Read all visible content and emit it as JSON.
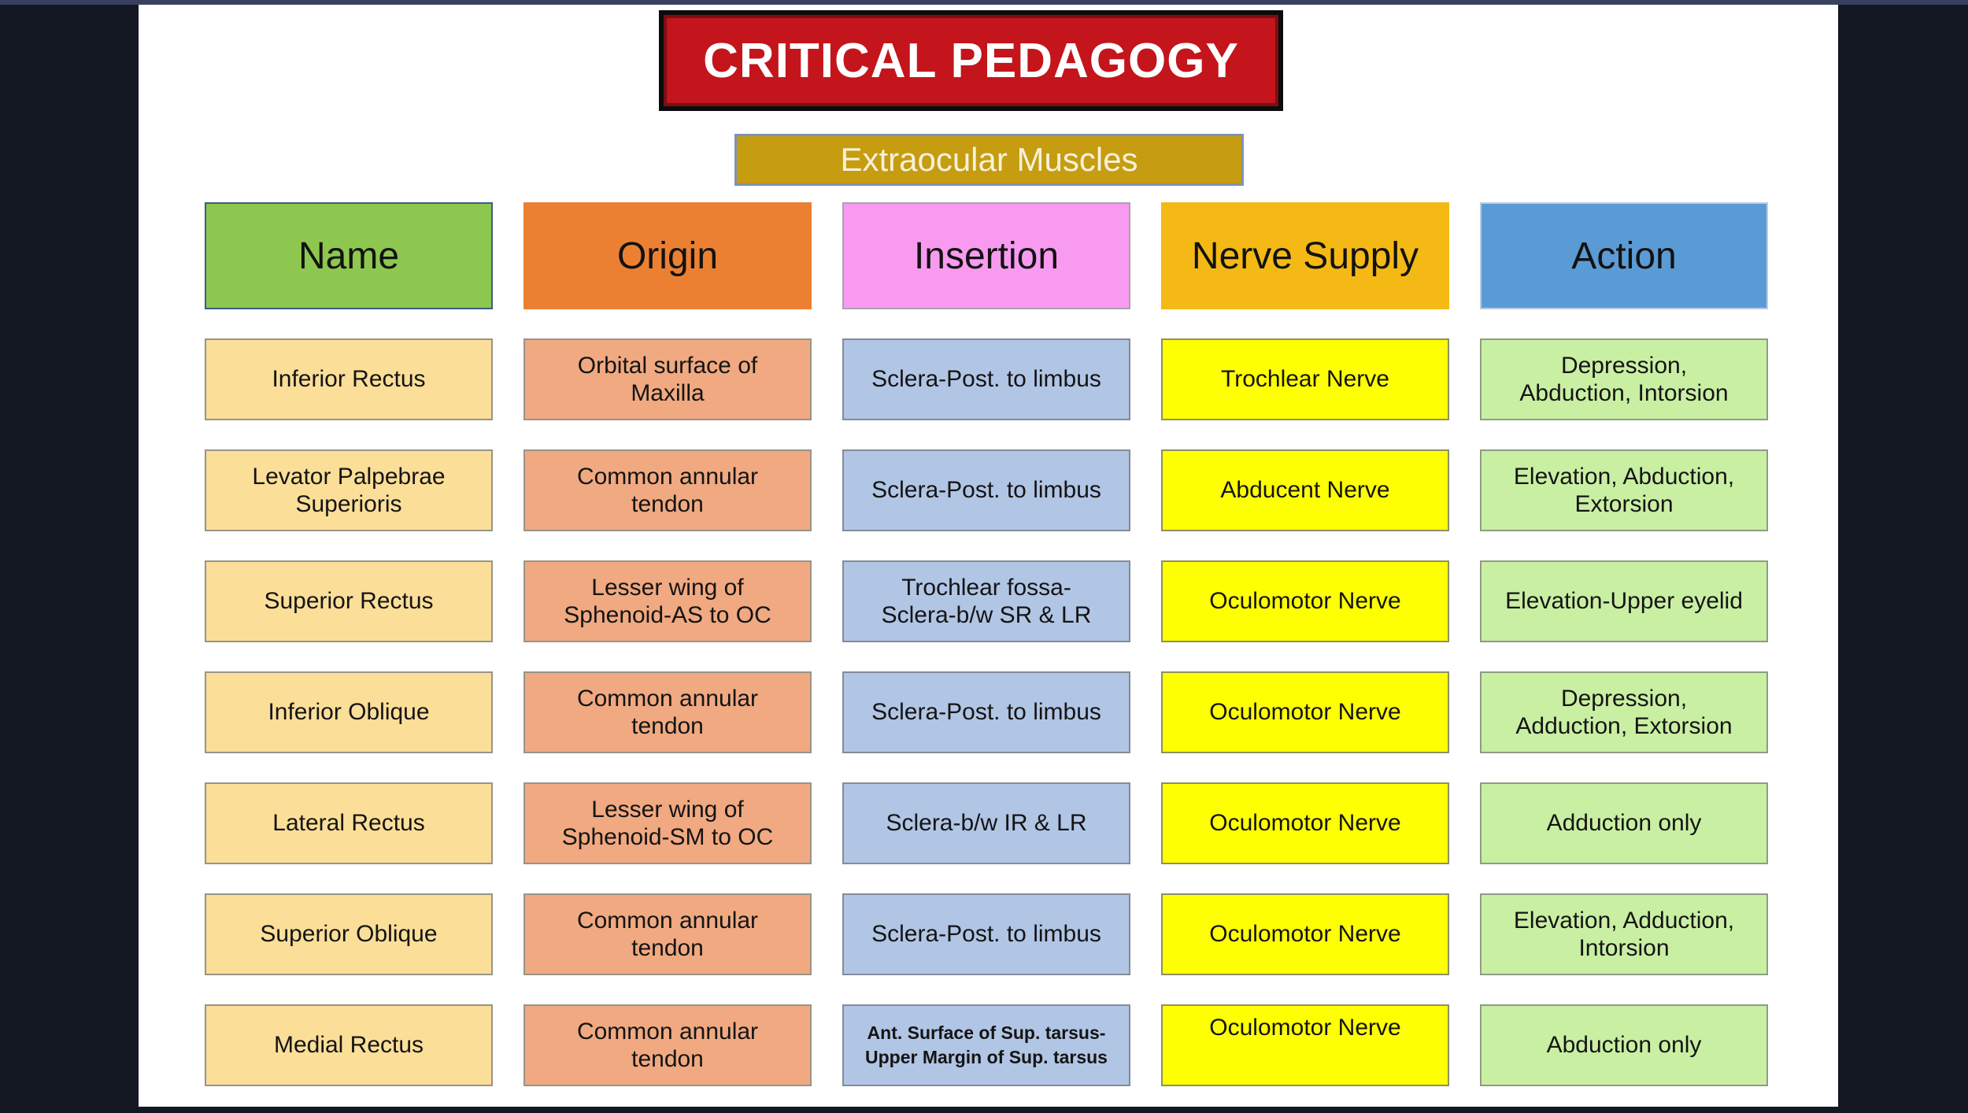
{
  "slide": {
    "title": "CRITICAL PEDAGOGY",
    "subtitle": "Extraocular Muscles",
    "title_bg": "#C3151B",
    "title_border": "#0b0b0b",
    "subtitle_bg": "#C69C10",
    "subtitle_border": "#7E93B4",
    "background": "#FFFFFF",
    "page_background": "#141823"
  },
  "table": {
    "columns": [
      {
        "key": "name",
        "label": "Name",
        "header_bg": "#8DC74F",
        "header_border": "#3A5C87",
        "cell_bg": "#FBDE98",
        "cell_border": "#98948A"
      },
      {
        "key": "origin",
        "label": "Origin",
        "header_bg": "#EC8032",
        "header_border": "",
        "cell_bg": "#F0A981",
        "cell_border": "#98948A"
      },
      {
        "key": "insertion",
        "label": "Insertion",
        "header_bg": "#F89BF0",
        "header_border": "#A9A2A8",
        "cell_bg": "#B1C5E5",
        "cell_border": "#848C96"
      },
      {
        "key": "nerve-supply",
        "label": "Nerve Supply",
        "header_bg": "#F5B915",
        "header_border": "",
        "cell_bg": "#FFFF03",
        "cell_border": "#8F8F62"
      },
      {
        "key": "action",
        "label": "Action",
        "header_bg": "#5B9BD5",
        "header_border": "#B9CCE4",
        "cell_bg": "#C9EFA3",
        "cell_border": "#8F9C84"
      }
    ],
    "rows": [
      [
        "Inferior Rectus",
        "Orbital surface of\nMaxilla",
        "Sclera-Post. to limbus",
        "Trochlear Nerve",
        "Depression,\nAbduction, Intorsion"
      ],
      [
        "Levator Palpebrae\nSuperioris",
        "Common annular\ntendon",
        "Sclera-Post. to limbus",
        "Abducent Nerve",
        "Elevation, Abduction,\nExtorsion"
      ],
      [
        "Superior Rectus",
        "Lesser wing of\nSphenoid-AS to OC",
        "Trochlear fossa-\nSclera-b/w SR & LR",
        "Oculomotor Nerve",
        "Elevation-Upper eyelid"
      ],
      [
        "Inferior Oblique",
        "Common annular\ntendon",
        "Sclera-Post. to limbus",
        "Oculomotor Nerve",
        "Depression,\nAdduction, Extorsion"
      ],
      [
        "Lateral Rectus",
        "Lesser wing of\nSphenoid-SM to OC",
        "Sclera-b/w IR & LR",
        "Oculomotor Nerve",
        "Adduction only"
      ],
      [
        "Superior Oblique",
        "Common annular\ntendon",
        "Sclera-Post. to limbus",
        "Oculomotor Nerve",
        "Elevation, Adduction,\nIntorsion"
      ],
      [
        "Medial Rectus",
        "Common annular\ntendon",
        {
          "text": "Ant. Surface of Sup. tarsus-\nUpper Margin of Sup. tarsus",
          "small_bold": true
        },
        {
          "text": "Oculomotor Nerve",
          "align_top": true
        },
        "Abduction only"
      ]
    ]
  }
}
